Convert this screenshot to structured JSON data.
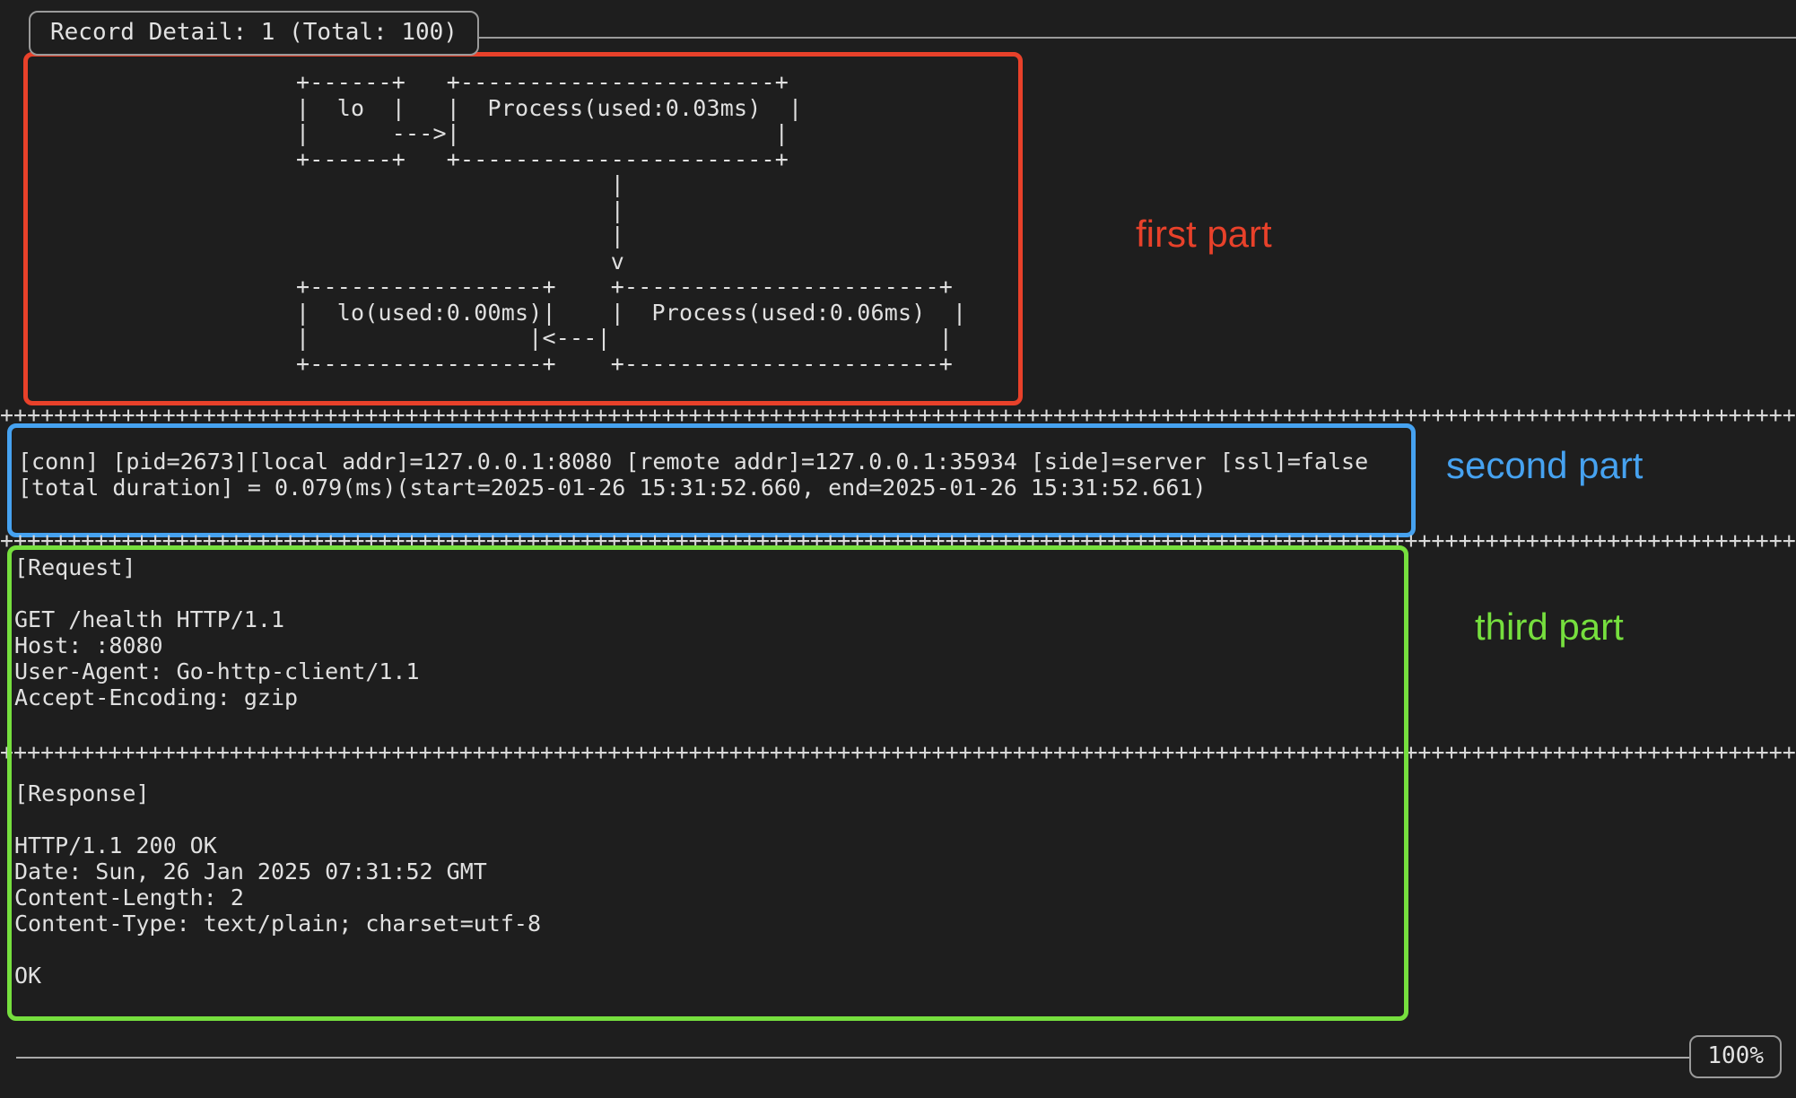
{
  "header": {
    "title": "Record Detail: 1 (Total: 100)"
  },
  "first_part": {
    "label": "first part",
    "color": "#e8412a",
    "ascii_diagram": "+------+   +-----------------------+\n|  lo  |   |  Process(used:0.03ms)  |\n|      --->|                       |\n+------+   +-----------------------+\n                       |\n                       |\n                       |\n                       v\n+-----------------+    +-----------------------+\n|  lo(used:0.00ms)|    |  Process(used:0.06ms)  |\n|                |<---|                        |\n+-----------------+    +-----------------------+"
  },
  "second_part": {
    "label": "second part",
    "color": "#46a2f0",
    "conn_line": "[conn] [pid=2673][local addr]=127.0.0.1:8080 [remote addr]=127.0.0.1:35934 [side]=server [ssl]=false",
    "duration_line": "[total duration] = 0.079(ms)(start=2025-01-26 15:31:52.660, end=2025-01-26 15:31:52.661)"
  },
  "third_part": {
    "label": "third part",
    "color": "#76df3e",
    "request_heading": "[Request]",
    "request_body": "GET /health HTTP/1.1\nHost: :8080\nUser-Agent: Go-http-client/1.1\nAccept-Encoding: gzip",
    "response_heading": "[Response]",
    "response_body": "HTTP/1.1 200 OK\nDate: Sun, 26 Jan 2025 07:31:52 GMT\nContent-Length: 2\nContent-Type: text/plain; charset=utf-8\n\nOK"
  },
  "separators": {
    "plus_char": "+"
  },
  "footer": {
    "zoom_level": "100%"
  }
}
